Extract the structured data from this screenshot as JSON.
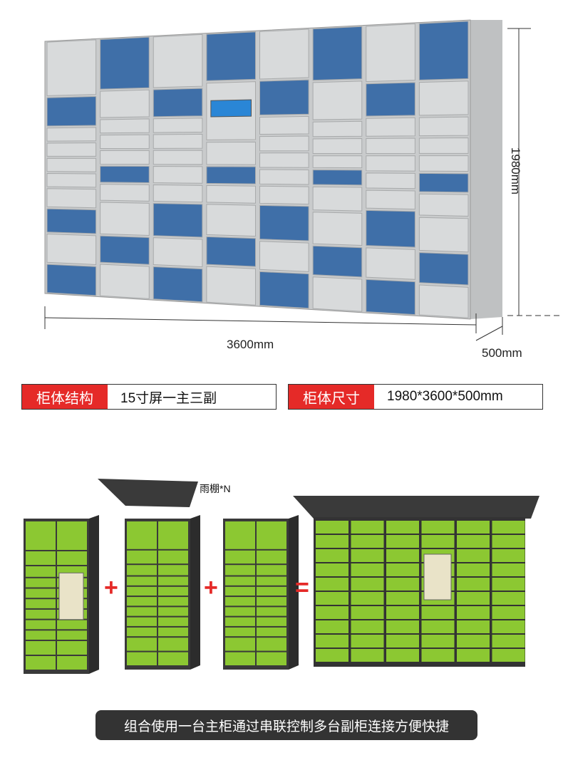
{
  "dimensions": {
    "height": "1980mm",
    "width": "3600mm",
    "depth": "500mm"
  },
  "specs": [
    {
      "label": "柜体结构",
      "value": "15寸屏一主三副"
    },
    {
      "label": "柜体尺寸",
      "value": "1980*3600*500mm"
    }
  ],
  "canopy_label": "雨棚*N",
  "operators": {
    "plus": "+",
    "equals": "="
  },
  "banner": "组合使用一台主柜通过串联控制多台副柜连接方便快捷",
  "colors": {
    "blue": "#3f6fa8",
    "gray": "#d8dadb",
    "green": "#8cc832",
    "red": "#e52a28",
    "dark": "#333333"
  }
}
